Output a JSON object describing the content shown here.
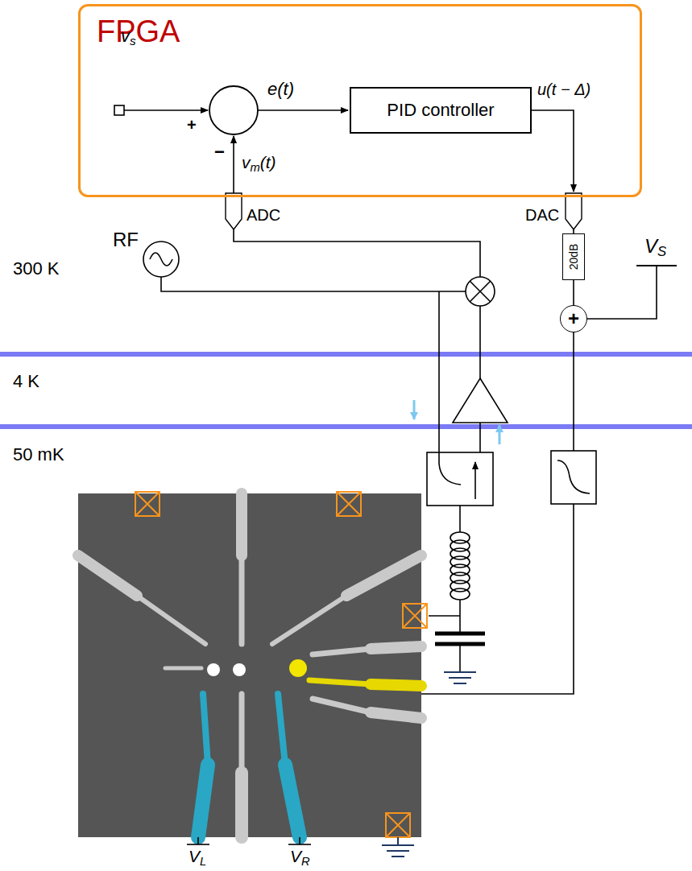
{
  "diagram": {
    "nodes": [
      {
        "text": [
          "FPGA"
        ]
      },
      {
        "text": [
          "PID controller"
        ],
        "in": 0
      },
      {
        "text": [
          "20dB"
        ]
      },
      {
        "text": [
          "+"
        ]
      }
    ],
    "edges": [
      {
        "from": 2,
        "to": 3,
        "arrow": "none"
      }
    ],
    "labels": [
      "vs",
      "+",
      "−",
      "e(t)",
      "u(t − Δ)",
      "vm(t)",
      "ADC",
      "DAC",
      "RF",
      "300 K",
      "4 K",
      "50 mK",
      "VS",
      "VL",
      "VR"
    ]
  }
}
